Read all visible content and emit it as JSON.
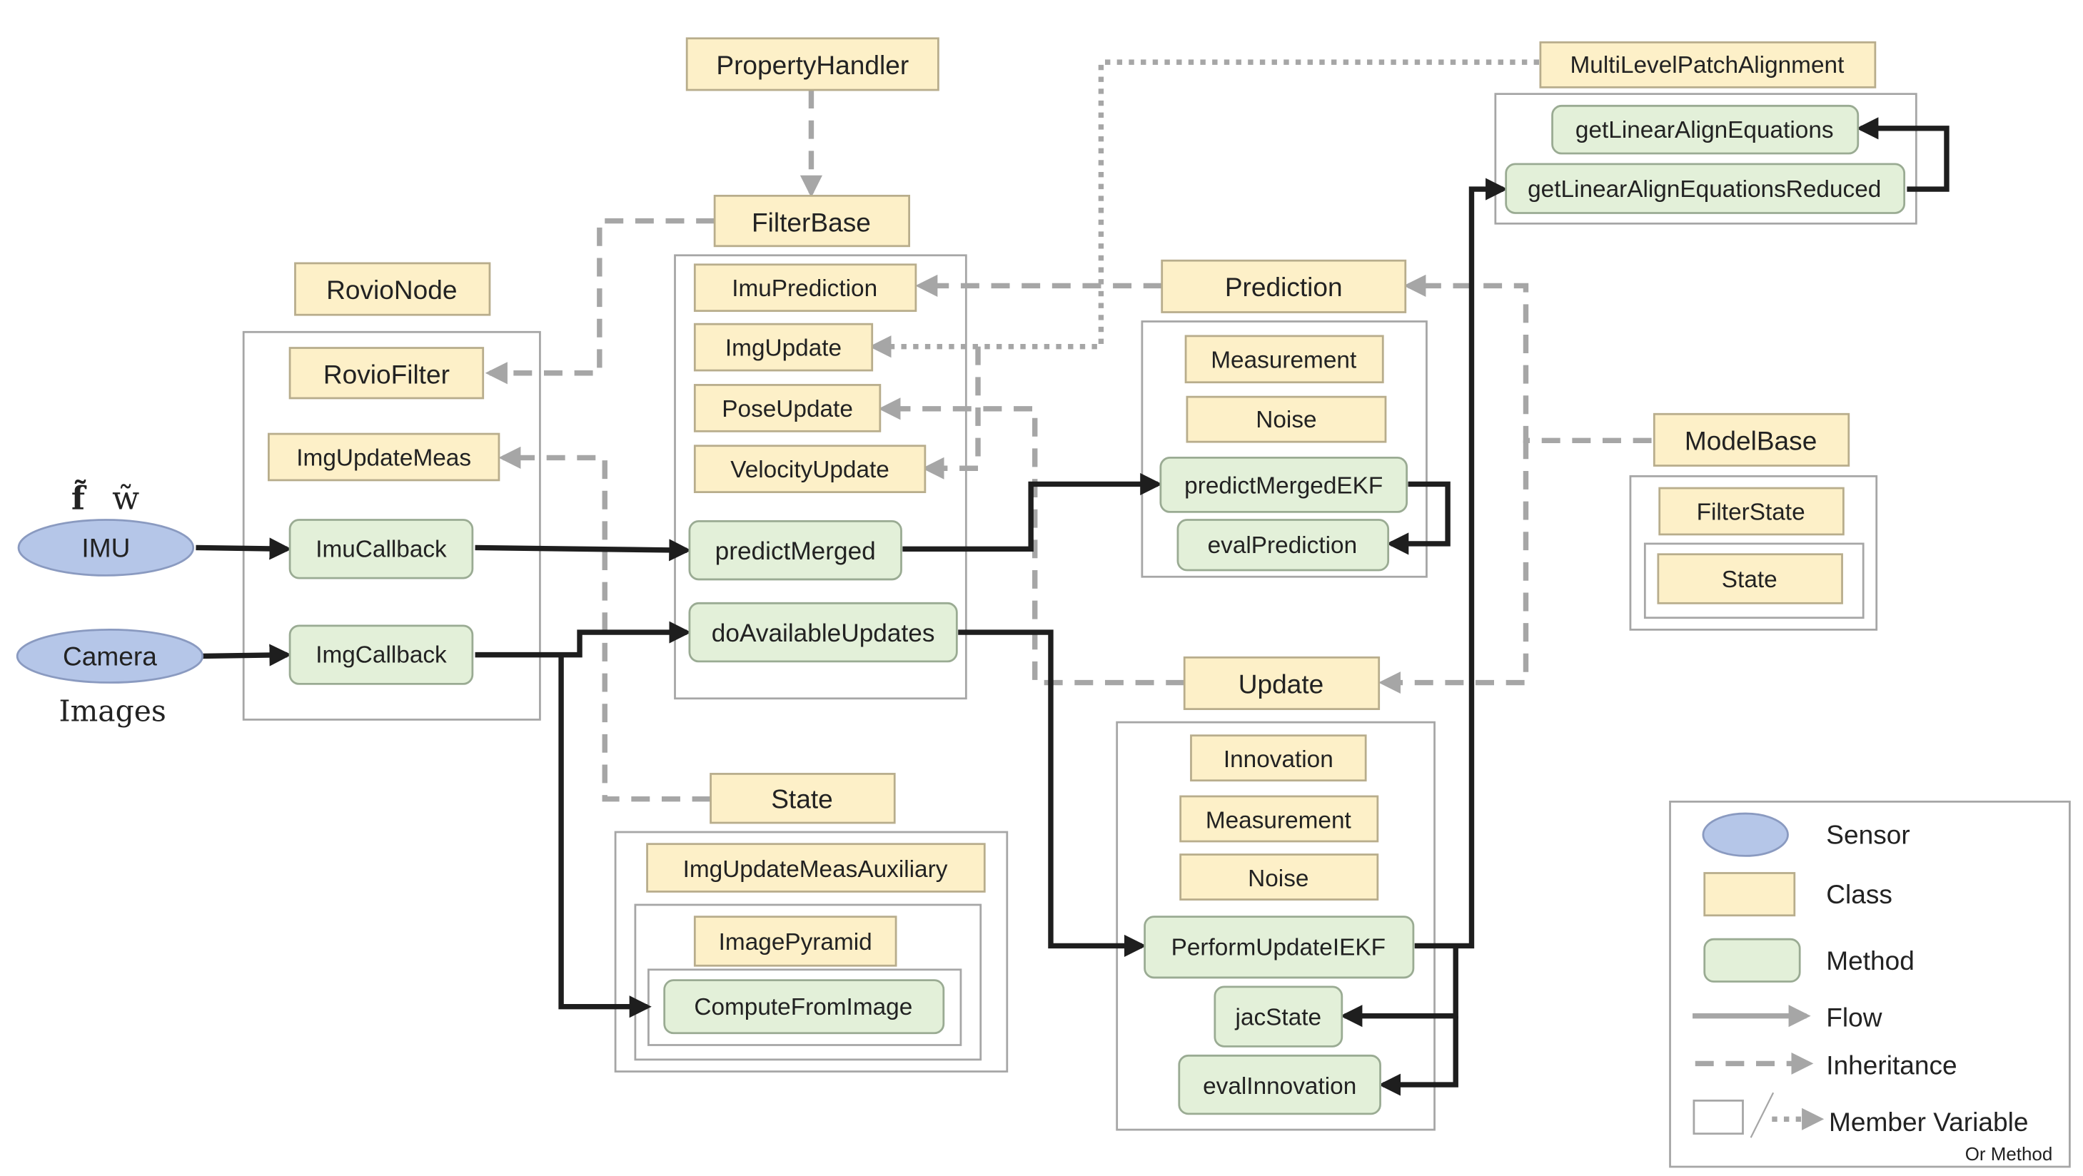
{
  "colors": {
    "class_fill": "#fdf0c8",
    "class_stroke": "#b8ad8c",
    "method_fill": "#e3f0d9",
    "method_stroke": "#9aab93",
    "sensor_fill": "#b5c6e8",
    "sensor_stroke": "#8a9ac0",
    "flow": "#1e1e1e",
    "inheritance": "#a6a6a6",
    "member": "#a6a6a6",
    "container_stroke": "#a6a6a6"
  },
  "sensors": {
    "imu": "IMU",
    "camera": "Camera",
    "imu_symbol_f": "f̃",
    "imu_symbol_w": "w̃",
    "camera_caption": "Images"
  },
  "classes": {
    "property_handler": "PropertyHandler",
    "filter_base": "FilterBase",
    "rovio_node": "RovioNode",
    "rovio_filter": "RovioFilter",
    "img_update_meas": "ImgUpdateMeas",
    "imu_prediction": "ImuPrediction",
    "img_update": "ImgUpdate",
    "pose_update": "PoseUpdate",
    "velocity_update": "VelocityUpdate",
    "prediction": "Prediction",
    "prediction_measurement": "Measurement",
    "prediction_noise": "Noise",
    "update": "Update",
    "innovation": "Innovation",
    "update_measurement": "Measurement",
    "update_noise": "Noise",
    "state": "State",
    "img_update_meas_auxiliary": "ImgUpdateMeasAuxiliary",
    "image_pyramid": "ImagePyramid",
    "multi_level_patch_alignment": "MultiLevelPatchAlignment",
    "model_base": "ModelBase",
    "filter_state": "FilterState",
    "model_state": "State"
  },
  "methods": {
    "imu_callback": "ImuCallback",
    "img_callback": "ImgCallback",
    "predict_merged": "predictMerged",
    "do_available_updates": "doAvailableUpdates",
    "predict_merged_ekf": "predictMergedEKF",
    "eval_prediction": "evalPrediction",
    "perform_update_iekf": "PerformUpdateIEKF",
    "jac_state": "jacState",
    "eval_innovation": "evalInnovation",
    "compute_from_image": "ComputeFromImage",
    "get_linear_align_equations": "getLinearAlignEquations",
    "get_linear_align_equations_reduced": "getLinearAlignEquationsReduced"
  },
  "legend": {
    "sensor": "Sensor",
    "class": "Class",
    "method": "Method",
    "flow": "Flow",
    "inheritance": "Inheritance",
    "member": "Member Variable",
    "member_sub": "Or Method"
  }
}
